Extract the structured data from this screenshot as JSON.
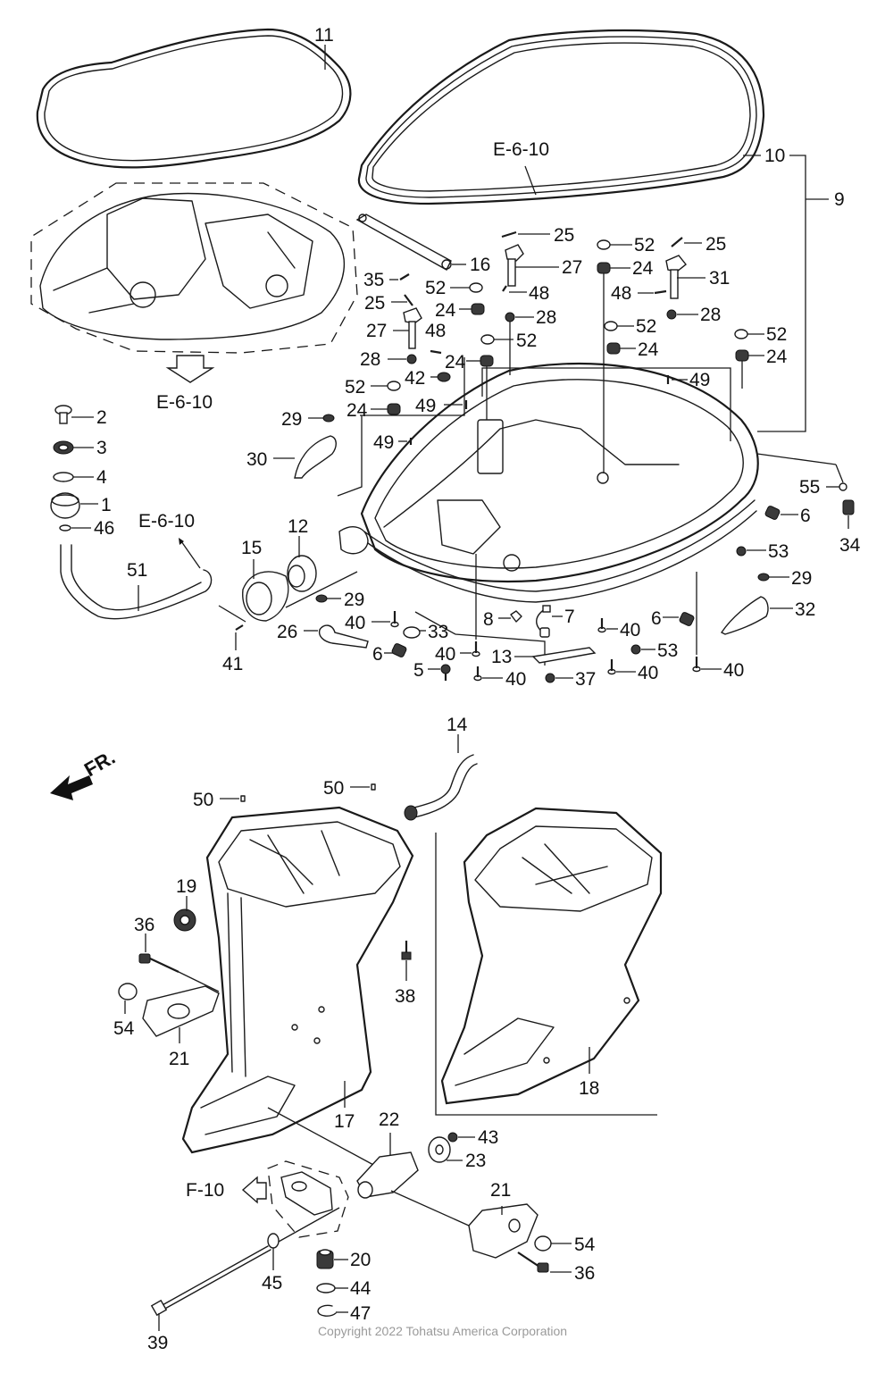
{
  "diagram": {
    "title": "Engine cover / drive shaft housing exploded parts view",
    "direction_label": "FR.",
    "copyright": "Copyright 2022 Tohatsu America Corporation",
    "references": [
      {
        "id": "ref-top-seal",
        "label": "E-6-10"
      },
      {
        "id": "ref-under-plate",
        "label": "E-6-10"
      },
      {
        "id": "ref-hose",
        "label": "E-6-10"
      },
      {
        "id": "ref-mount",
        "label": "F-10"
      }
    ],
    "callouts": [
      {
        "id": "c11",
        "label": "11"
      },
      {
        "id": "c10",
        "label": "10"
      },
      {
        "id": "c9",
        "label": "9"
      },
      {
        "id": "c25a",
        "label": "25"
      },
      {
        "id": "c25b",
        "label": "25"
      },
      {
        "id": "c25c",
        "label": "25"
      },
      {
        "id": "c16",
        "label": "16"
      },
      {
        "id": "c27a",
        "label": "27"
      },
      {
        "id": "c27b",
        "label": "27"
      },
      {
        "id": "c52a",
        "label": "52"
      },
      {
        "id": "c52b",
        "label": "52"
      },
      {
        "id": "c52c",
        "label": "52"
      },
      {
        "id": "c52d",
        "label": "52"
      },
      {
        "id": "c52e",
        "label": "52"
      },
      {
        "id": "c52f",
        "label": "52"
      },
      {
        "id": "c24a",
        "label": "24"
      },
      {
        "id": "c24b",
        "label": "24"
      },
      {
        "id": "c24c",
        "label": "24"
      },
      {
        "id": "c24d",
        "label": "24"
      },
      {
        "id": "c24e",
        "label": "24"
      },
      {
        "id": "c24f",
        "label": "24"
      },
      {
        "id": "c35",
        "label": "35"
      },
      {
        "id": "c31",
        "label": "31"
      },
      {
        "id": "c48a",
        "label": "48"
      },
      {
        "id": "c48b",
        "label": "48"
      },
      {
        "id": "c48c",
        "label": "48"
      },
      {
        "id": "c28a",
        "label": "28"
      },
      {
        "id": "c28b",
        "label": "28"
      },
      {
        "id": "c28c",
        "label": "28"
      },
      {
        "id": "c42",
        "label": "42"
      },
      {
        "id": "c49a",
        "label": "49"
      },
      {
        "id": "c49b",
        "label": "49"
      },
      {
        "id": "c49c",
        "label": "49"
      },
      {
        "id": "c2",
        "label": "2"
      },
      {
        "id": "c3",
        "label": "3"
      },
      {
        "id": "c4",
        "label": "4"
      },
      {
        "id": "c1",
        "label": "1"
      },
      {
        "id": "c46",
        "label": "46"
      },
      {
        "id": "c51",
        "label": "51"
      },
      {
        "id": "c29a",
        "label": "29"
      },
      {
        "id": "c29b",
        "label": "29"
      },
      {
        "id": "c29c",
        "label": "29"
      },
      {
        "id": "c30",
        "label": "30"
      },
      {
        "id": "c12",
        "label": "12"
      },
      {
        "id": "c15",
        "label": "15"
      },
      {
        "id": "c41",
        "label": "41"
      },
      {
        "id": "c26",
        "label": "26"
      },
      {
        "id": "c40a",
        "label": "40"
      },
      {
        "id": "c40b",
        "label": "40"
      },
      {
        "id": "c40c",
        "label": "40"
      },
      {
        "id": "c40d",
        "label": "40"
      },
      {
        "id": "c40e",
        "label": "40"
      },
      {
        "id": "c40f",
        "label": "40"
      },
      {
        "id": "c33",
        "label": "33"
      },
      {
        "id": "c8",
        "label": "8"
      },
      {
        "id": "c7",
        "label": "7"
      },
      {
        "id": "c6a",
        "label": "6"
      },
      {
        "id": "c6b",
        "label": "6"
      },
      {
        "id": "c6c",
        "label": "6"
      },
      {
        "id": "c5",
        "label": "5"
      },
      {
        "id": "c13",
        "label": "13"
      },
      {
        "id": "c37",
        "label": "37"
      },
      {
        "id": "c53a",
        "label": "53"
      },
      {
        "id": "c53b",
        "label": "53"
      },
      {
        "id": "c55",
        "label": "55"
      },
      {
        "id": "c34",
        "label": "34"
      },
      {
        "id": "c32",
        "label": "32"
      },
      {
        "id": "c14",
        "label": "14"
      },
      {
        "id": "c50a",
        "label": "50"
      },
      {
        "id": "c50b",
        "label": "50"
      },
      {
        "id": "c19",
        "label": "19"
      },
      {
        "id": "c36a",
        "label": "36"
      },
      {
        "id": "c36b",
        "label": "36"
      },
      {
        "id": "c38",
        "label": "38"
      },
      {
        "id": "c54a",
        "label": "54"
      },
      {
        "id": "c54b",
        "label": "54"
      },
      {
        "id": "c21a",
        "label": "21"
      },
      {
        "id": "c21b",
        "label": "21"
      },
      {
        "id": "c17",
        "label": "17"
      },
      {
        "id": "c18",
        "label": "18"
      },
      {
        "id": "c22",
        "label": "22"
      },
      {
        "id": "c43",
        "label": "43"
      },
      {
        "id": "c23",
        "label": "23"
      },
      {
        "id": "c20",
        "label": "20"
      },
      {
        "id": "c44",
        "label": "44"
      },
      {
        "id": "c47",
        "label": "47"
      },
      {
        "id": "c45",
        "label": "45"
      },
      {
        "id": "c39",
        "label": "39"
      }
    ]
  }
}
